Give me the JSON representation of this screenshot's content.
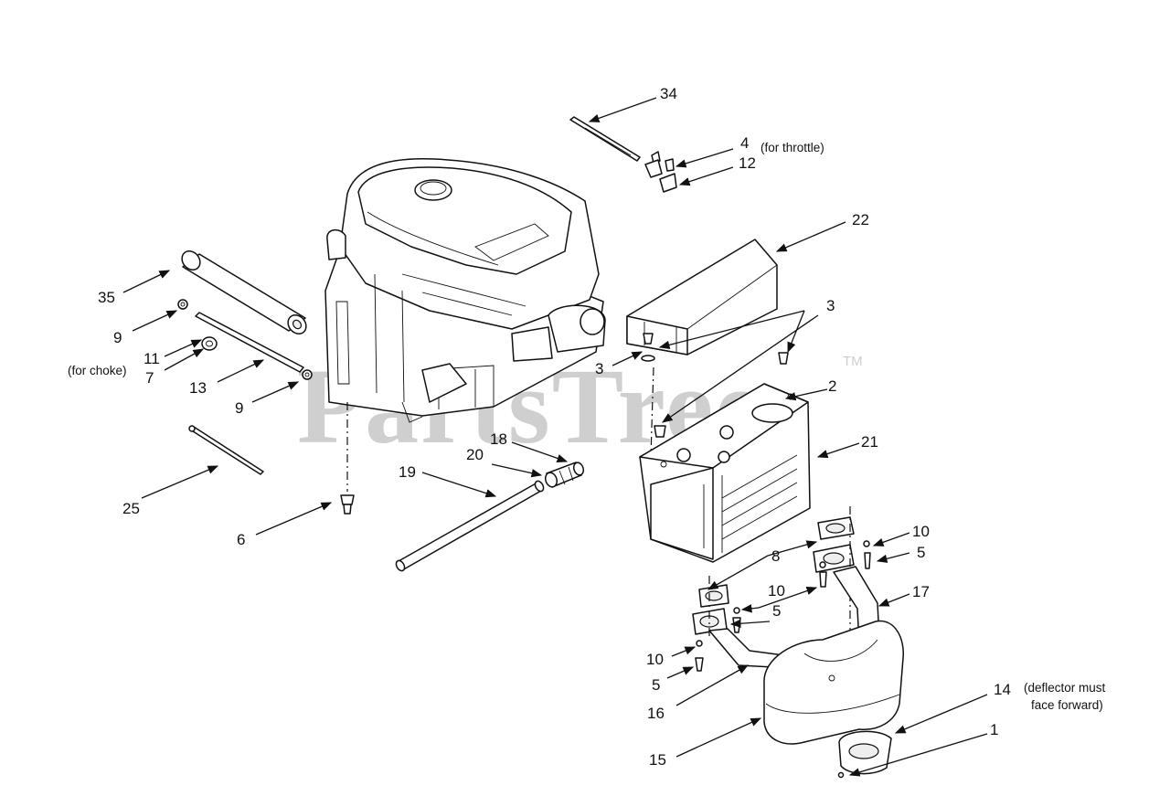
{
  "watermark": {
    "text": "PartsTree",
    "trademark": "TM"
  },
  "callouts": {
    "c34": "34",
    "c4": "4",
    "c12": "12",
    "note_throttle": "(for throttle)",
    "c22": "22",
    "c3a": "3",
    "c3b": "3",
    "c2": "2",
    "c21": "21",
    "c35": "35",
    "c9a": "9",
    "c11": "11",
    "note_choke": "(for choke)",
    "c7": "7",
    "c13": "13",
    "c9b": "9",
    "c18": "18",
    "c20": "20",
    "c19": "19",
    "c25": "25",
    "c6": "6",
    "c8": "8",
    "c10a": "10",
    "c5a": "5",
    "c10b": "10",
    "c5b": "5",
    "c17": "17",
    "c10c": "10",
    "c5c": "5",
    "c16": "16",
    "c14": "14",
    "note_deflector_1": "(deflector must",
    "note_deflector_2": "face forward)",
    "c1": "1",
    "c15": "15"
  }
}
